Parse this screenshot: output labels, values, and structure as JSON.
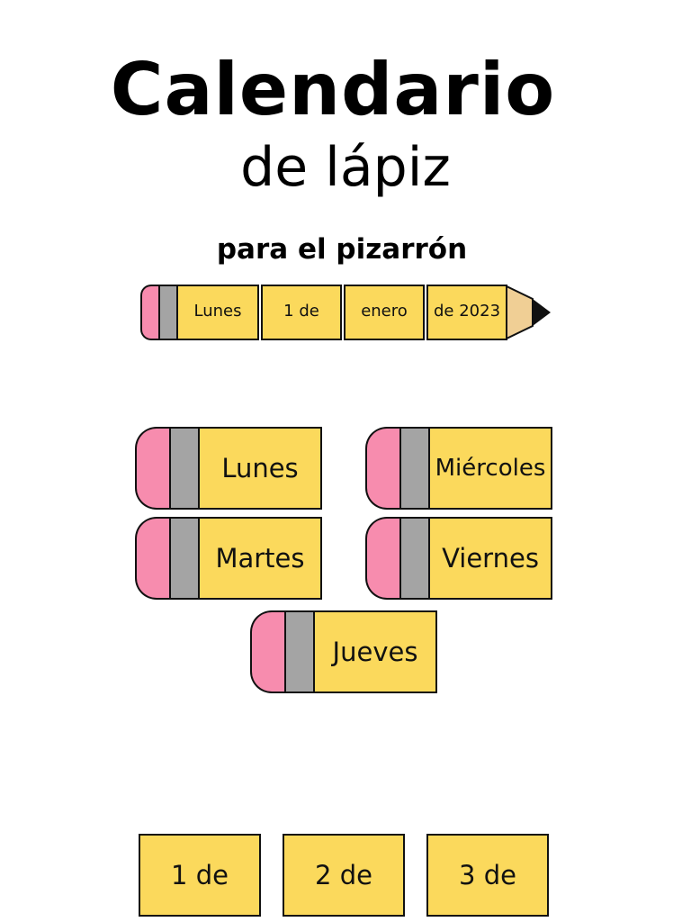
{
  "title": {
    "main": "Calendario",
    "sub": "de lápiz",
    "small": "para el pizarrón"
  },
  "sample_strip": {
    "segments": [
      "Lunes",
      "1 de",
      "enero",
      "de 2023"
    ]
  },
  "day_pencils": [
    "Lunes",
    "Miércoles",
    "Martes",
    "Viernes",
    "Jueves"
  ],
  "date_cards": [
    "1 de",
    "2 de",
    "3 de"
  ],
  "colors": {
    "pencil_yellow": "#fbd95c",
    "eraser_pink": "#f78cae",
    "ferrule_gray": "#a4a4a4",
    "wood_tip": "#f0cf95",
    "outline": "#111111"
  }
}
